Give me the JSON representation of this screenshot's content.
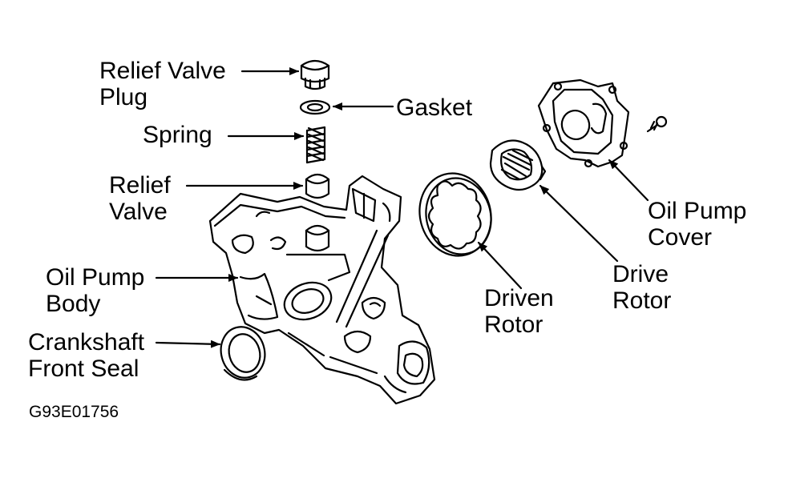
{
  "labels": {
    "relief_valve_plug": [
      "Relief Valve",
      "Plug"
    ],
    "gasket": [
      "Gasket"
    ],
    "spring": [
      "Spring"
    ],
    "relief_valve": [
      "Relief",
      "Valve"
    ],
    "oil_pump_body": [
      "Oil Pump",
      "Body"
    ],
    "crankshaft_front_seal": [
      "Crankshaft",
      "Front Seal"
    ],
    "driven_rotor": [
      "Driven",
      "Rotor"
    ],
    "drive_rotor": [
      "Drive",
      "Rotor"
    ],
    "oil_pump_cover": [
      "Oil Pump",
      "Cover"
    ]
  },
  "figure_code": "G93E01756",
  "colors": {
    "ink": "#000000",
    "paper": "#ffffff"
  }
}
